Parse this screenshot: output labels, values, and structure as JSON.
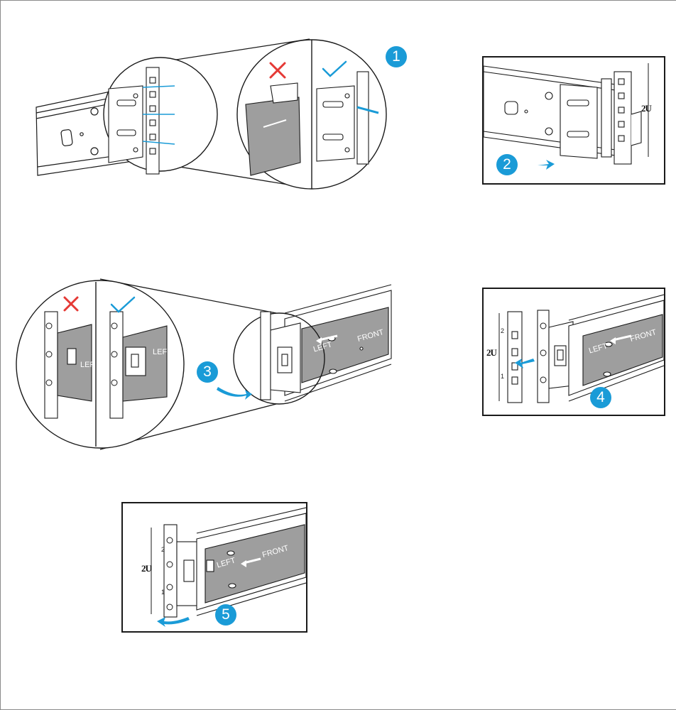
{
  "steps": {
    "s1": "1",
    "s2": "2",
    "s3": "3",
    "s4": "4",
    "s5": "5"
  },
  "rack_unit_label": "2U",
  "rail_texts": {
    "left": "LEFT",
    "front": "FRONT"
  },
  "unit_numbers": {
    "upper": "2",
    "lower": "1"
  },
  "colors": {
    "accent": "#1a9bd7",
    "wrong_mark": "#e53935",
    "rail_gray": "#9e9e9e",
    "line": "#1a1a1a"
  }
}
